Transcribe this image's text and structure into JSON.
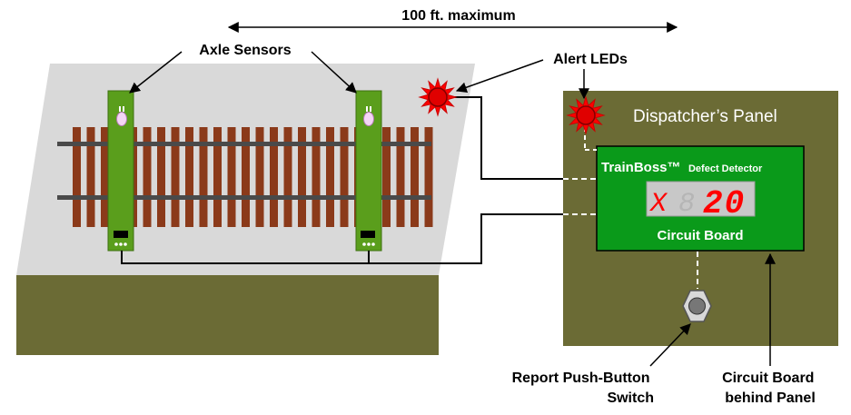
{
  "dimension": {
    "text": "100 ft. maximum"
  },
  "labels": {
    "axle_sensors": "Axle Sensors",
    "alert_leds": "Alert LEDs",
    "report_switch_line1": "Report Push-Button",
    "report_switch_line2": "Switch",
    "board_line1": "Circuit Board",
    "board_line2": "behind Panel"
  },
  "panel": {
    "title": "Dispatcher’s Panel",
    "brand": "TrainBoss™",
    "brand_suffix": "Defect Detector",
    "display_left": "X",
    "display_digits": "20",
    "board_label": "Circuit Board"
  },
  "colors": {
    "ground": "#6b6b35",
    "platform": "#d9d9d9",
    "tie": "#8b3a1a",
    "rail": "#4a4a4a",
    "sensor": "#5a9e1c",
    "board": "#0a9a1a",
    "led": "#ff0000",
    "display_bg": "#c8c8c8",
    "display_digit": "#ff0000"
  },
  "icons": [
    "led-starburst-icon",
    "push-button-icon",
    "sensor-bulb-icon"
  ]
}
